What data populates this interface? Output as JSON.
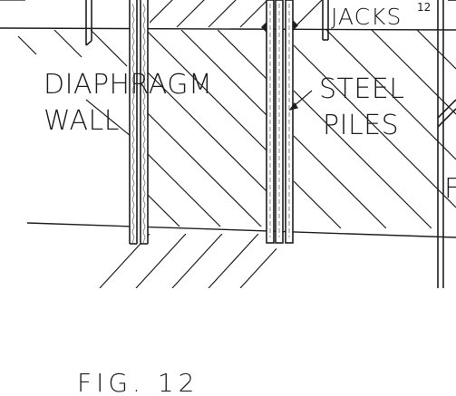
{
  "labels": {
    "jacks": "JACKS",
    "jacks_ref": "12",
    "diaphragm": "DIAPHRAGM",
    "wall": "WALL",
    "steel": "STEEL",
    "piles": "PILES",
    "edge_letter": "F"
  },
  "caption": "FIG. 12",
  "colors": {
    "ink": "#1e1e1e",
    "paper": "#ffffff",
    "wall_fill": "#b9b9b9"
  }
}
